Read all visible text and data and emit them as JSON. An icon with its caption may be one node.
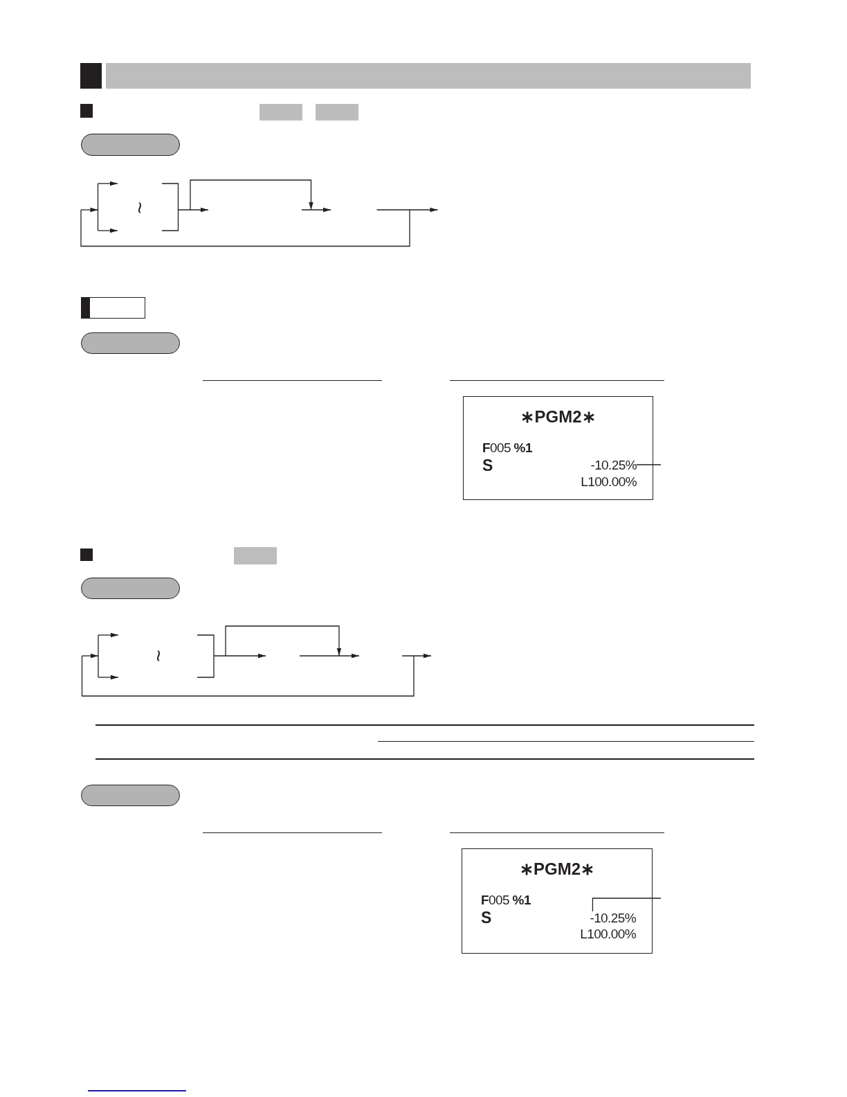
{
  "diagram": {
    "nodes": [
      {
        "text": [],
        "shape": "bar"
      },
      {
        "text": [],
        "shape": "pill"
      },
      {
        "text": [],
        "shape": "box"
      },
      {
        "text": [],
        "shape": "pill"
      },
      {
        "text": [
          "∗PGM2∗",
          "**F**005 **%1**",
          "S",
          "L100.00%"
        ]
      },
      {
        "text": [
          "-10.25%"
        ],
        "in": 4
      },
      {
        "text": [],
        "shape": "pill"
      },
      {
        "text": [],
        "shape": "pill"
      },
      {
        "text": [
          "∗PGM2∗",
          "**F**005 **%1**",
          "S",
          "L100.00%"
        ]
      },
      {
        "text": [
          "-10.25%"
        ],
        "in": 8
      }
    ],
    "edges": [
      {
        "from": null,
        "to": 5,
        "arrow": "none"
      },
      {
        "from": null,
        "to": 9,
        "arrow": "none"
      }
    ],
    "labels": [
      "~",
      "~"
    ]
  }
}
